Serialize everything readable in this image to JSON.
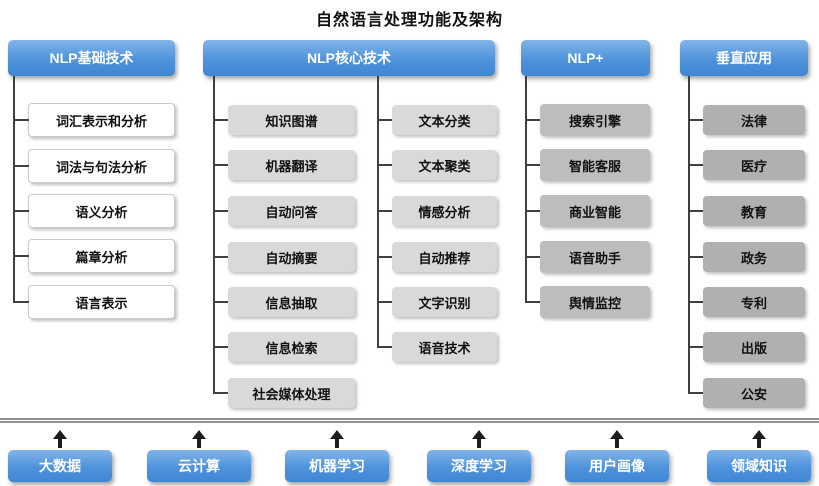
{
  "title": "自然语言处理功能及架构",
  "colors": {
    "header_blue_top": "#82b4e9",
    "header_blue_bottom": "#3f87d2",
    "node_white": "#ffffff",
    "node_light_gray": "#d9d9d9",
    "node_mid_gray": "#bdbdbd",
    "node_dark_gray": "#b0b0b0",
    "connector": "#3f3f3f",
    "rail_gray": "#8f8f8f"
  },
  "columns": [
    {
      "header": "NLP基础技术",
      "items": [
        "词汇表示和分析",
        "词法与句法分析",
        "语义分析",
        "篇章分析",
        "语言表示"
      ]
    },
    {
      "header": "NLP核心技术",
      "items_left": [
        "知识图谱",
        "机器翻译",
        "自动问答",
        "自动摘要",
        "信息抽取",
        "信息检索",
        "社会媒体处理"
      ],
      "items_right": [
        "文本分类",
        "文本聚类",
        "情感分析",
        "自动推荐",
        "文字识别",
        "语音技术"
      ]
    },
    {
      "header": "NLP+",
      "items": [
        "搜索引擎",
        "智能客服",
        "商业智能",
        "语音助手",
        "舆情监控"
      ]
    },
    {
      "header": "垂直应用",
      "items": [
        "法律",
        "医疗",
        "教育",
        "政务",
        "专利",
        "出版",
        "公安"
      ]
    }
  ],
  "foundation": {
    "items": [
      "大数据",
      "云计算",
      "机器学习",
      "深度学习",
      "用户画像",
      "领域知识"
    ]
  }
}
